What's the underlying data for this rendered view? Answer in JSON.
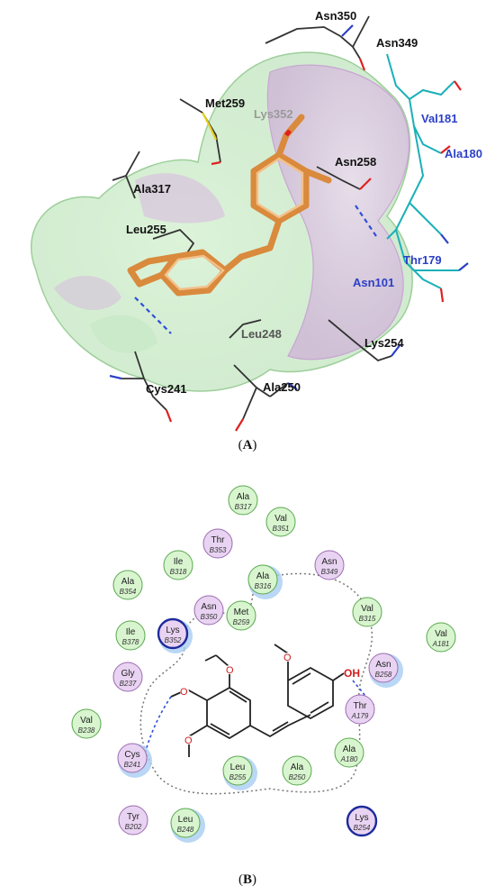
{
  "panel_a": {
    "label_prefix": "(",
    "label_letter": "A",
    "label_suffix": ")",
    "residues": [
      {
        "id": "asn350",
        "text": "Asn350",
        "color": "#111111"
      },
      {
        "id": "asn349",
        "text": "Asn349",
        "color": "#111111"
      },
      {
        "id": "val181",
        "text": "Val181",
        "color": "#2b3fc7"
      },
      {
        "id": "met259",
        "text": "Met259",
        "color": "#111111"
      },
      {
        "id": "lys352",
        "text": "Lys352",
        "color": "#9a9a9a"
      },
      {
        "id": "ala180",
        "text": "Ala180",
        "color": "#2b3fc7"
      },
      {
        "id": "asn258",
        "text": "Asn258",
        "color": "#111111"
      },
      {
        "id": "ala317",
        "text": "Ala317",
        "color": "#111111"
      },
      {
        "id": "leu255",
        "text": "Leu255",
        "color": "#111111"
      },
      {
        "id": "thr179",
        "text": "Thr179",
        "color": "#2b3fc7"
      },
      {
        "id": "asn101",
        "text": "Asn101",
        "color": "#2b3fc7"
      },
      {
        "id": "leu248",
        "text": "Leu248",
        "color": "#555555"
      },
      {
        "id": "lys254",
        "text": "Lys254",
        "color": "#111111"
      },
      {
        "id": "cys241",
        "text": "Cys241",
        "color": "#111111"
      },
      {
        "id": "ala250",
        "text": "Ala250",
        "color": "#111111"
      }
    ]
  },
  "panel_b": {
    "label_prefix": "(",
    "label_letter": "B",
    "label_suffix": ")",
    "oh_label": "OH",
    "residues": [
      {
        "name": "Ala",
        "num": "B317",
        "type": "green"
      },
      {
        "name": "Val",
        "num": "B351",
        "type": "green"
      },
      {
        "name": "Thr",
        "num": "B353",
        "type": "pink"
      },
      {
        "name": "Asn",
        "num": "B349",
        "type": "pink"
      },
      {
        "name": "Ile",
        "num": "B318",
        "type": "green"
      },
      {
        "name": "Ala",
        "num": "B316",
        "type": "green",
        "halo": true
      },
      {
        "name": "Ala",
        "num": "B354",
        "type": "green"
      },
      {
        "name": "Asn",
        "num": "B350",
        "type": "pink"
      },
      {
        "name": "Met",
        "num": "B259",
        "type": "green"
      },
      {
        "name": "Val",
        "num": "B315",
        "type": "green"
      },
      {
        "name": "Lys",
        "num": "B352",
        "type": "pink",
        "ring": true,
        "halo": true
      },
      {
        "name": "Ile",
        "num": "B378",
        "type": "green"
      },
      {
        "name": "Val",
        "num": "A181",
        "type": "green"
      },
      {
        "name": "Asn",
        "num": "B258",
        "type": "pink",
        "halo": true
      },
      {
        "name": "Gly",
        "num": "B237",
        "type": "pink"
      },
      {
        "name": "Thr",
        "num": "A179",
        "type": "pink"
      },
      {
        "name": "Val",
        "num": "B238",
        "type": "green"
      },
      {
        "name": "Cys",
        "num": "B241",
        "type": "pink",
        "halo": true
      },
      {
        "name": "Ala",
        "num": "A180",
        "type": "green"
      },
      {
        "name": "Leu",
        "num": "B255",
        "type": "green",
        "halo": true
      },
      {
        "name": "Ala",
        "num": "B250",
        "type": "green"
      },
      {
        "name": "Tyr",
        "num": "B202",
        "type": "pink"
      },
      {
        "name": "Leu",
        "num": "B248",
        "type": "green",
        "halo": true
      },
      {
        "name": "Lys",
        "num": "B254",
        "type": "pink",
        "ring": true
      }
    ]
  },
  "colors": {
    "green_fill": "#d8f5cf",
    "green_stroke": "#5aa84f",
    "pink_fill": "#e9d3f2",
    "pink_stroke": "#9a6cb0",
    "halo": "#a9cdf2",
    "lys_ring": "#1c2a9b",
    "hbond": "#2e4fd8",
    "ligand_orange": "#d98a3c",
    "oxygen": "#e02020"
  }
}
